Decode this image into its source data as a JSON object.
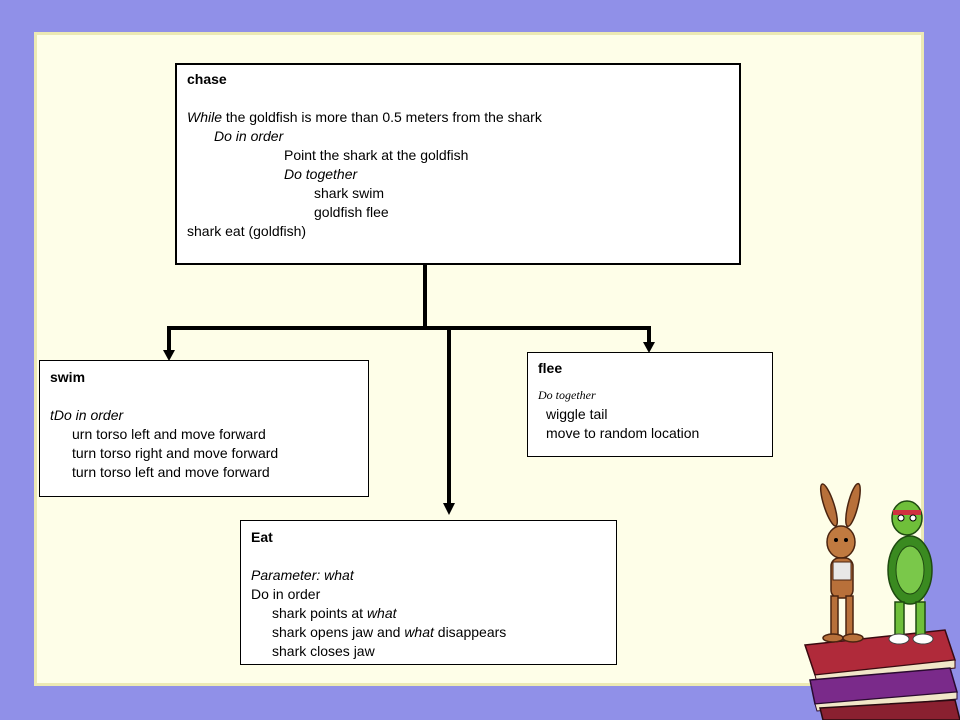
{
  "chase": {
    "title": "chase",
    "l1_kw": "While",
    "l1_rest": " the goldfish is more than 0.5 meters from the shark",
    "l2": "Do in order",
    "l3": "Point the shark at the goldfish",
    "l4": "Do together",
    "l5": "shark swim",
    "l6": "goldfish flee",
    "l7": "shark eat (goldfish)"
  },
  "swim": {
    "title": "swim",
    "l1": "tDo in order",
    "l2": "urn torso left and move forward",
    "l3": "turn torso right and move forward",
    "l4": "turn torso left and move forward"
  },
  "flee": {
    "title": "flee",
    "l1": "Do together",
    "l2": "wiggle tail",
    "l3": "move to random location"
  },
  "eat": {
    "title": "Eat",
    "l1": "Parameter: what",
    "l2": "Do in order",
    "l3_a": "shark points at  ",
    "l3_b": "what",
    "l4_a": "shark opens jaw and ",
    "l4_b": "what",
    "l4_c": " disappears",
    "l5": "shark closes jaw"
  }
}
